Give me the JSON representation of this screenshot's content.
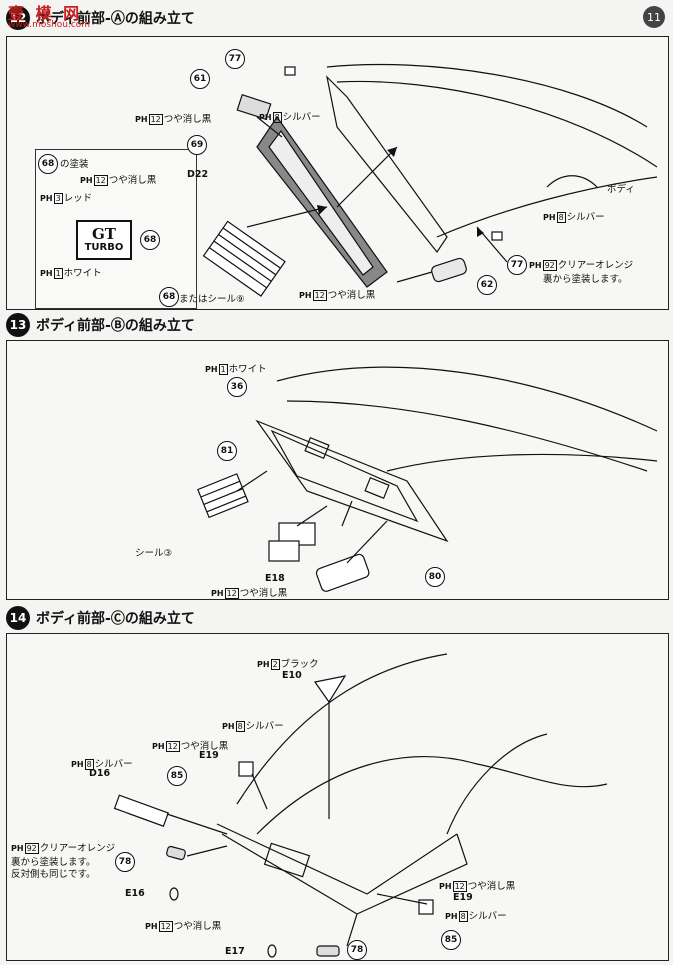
{
  "watermark": {
    "site": "壹 模 网",
    "url": "www.moshou.com"
  },
  "page_number": "11",
  "color_codes": {
    "white": "1",
    "red": "3",
    "black": "2",
    "silver": "8",
    "matte_black": "12",
    "clear_orange": "92"
  },
  "steps": [
    {
      "number": "12",
      "title": "ボディ前部-Ⓐの組み立て",
      "inset_title": "の塗装",
      "inset_ref": "68",
      "badge": {
        "line1": "GT",
        "line2": "TURBO"
      },
      "labels": {
        "matte_black_a": "つや消し黒",
        "red": "レッド",
        "white": "ホワイト",
        "silver_top": "シルバー",
        "matte_black_top": "つや消し黒",
        "d22": "D22",
        "body": "ボディ",
        "silver_right": "シルバー",
        "clear_orange": "クリアーオレンジ",
        "clear_orange_note": "裏から塗装します。",
        "matte_black_bottom": "つや消し黒",
        "or_seal": "またはシール⑨"
      },
      "callouts": [
        "77",
        "61",
        "69",
        "68",
        "77",
        "62",
        "68"
      ]
    },
    {
      "number": "13",
      "title": "ボディ前部-Ⓑの組み立て",
      "labels": {
        "white": "ホワイト",
        "seal": "シール③",
        "e18": "E18",
        "matte_black": "つや消し黒"
      },
      "callouts": [
        "36",
        "81",
        "80"
      ]
    },
    {
      "number": "14",
      "title": "ボディ前部-Ⓒの組み立て",
      "labels": {
        "black": "ブラック",
        "e10": "E10",
        "silver_a": "シルバー",
        "matte_black_a": "つや消し黒",
        "e19_a": "E19",
        "silver_b": "シルバー",
        "d16": "D16",
        "clear_orange": "クリアーオレンジ",
        "note1": "裏から塗装します。",
        "note2": "反対側も同じです。",
        "e16": "E16",
        "matte_black_b": "つや消し黒",
        "e17": "E17",
        "matte_black_c": "つや消し黒",
        "e19_b": "E19",
        "silver_c": "シルバー"
      },
      "callouts": [
        "85",
        "78",
        "78",
        "85"
      ]
    }
  ]
}
